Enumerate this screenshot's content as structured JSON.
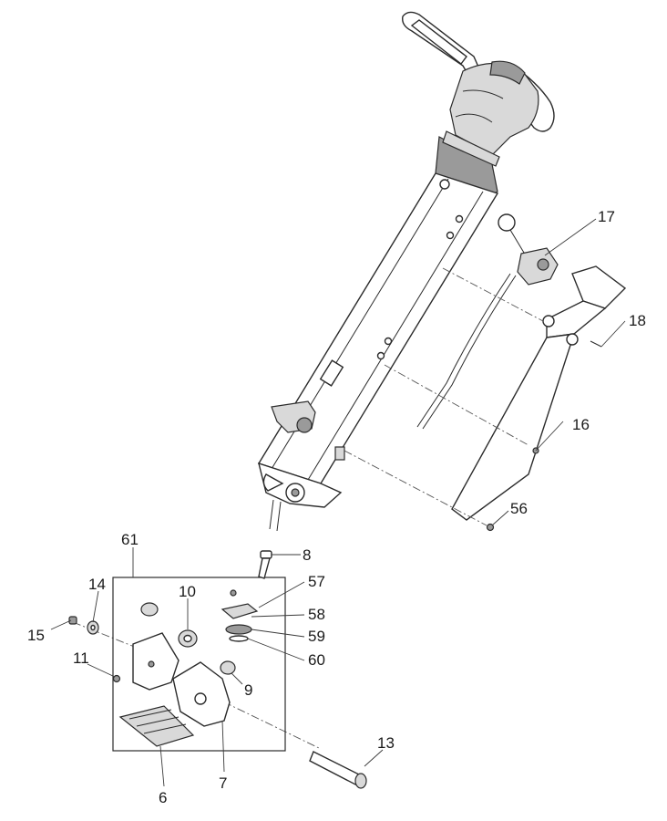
{
  "diagram": {
    "callouts": [
      {
        "id": "c17",
        "text": "17"
      },
      {
        "id": "c18",
        "text": "18"
      },
      {
        "id": "c16",
        "text": "16"
      },
      {
        "id": "c56",
        "text": "56"
      },
      {
        "id": "c61",
        "text": "61"
      },
      {
        "id": "c8",
        "text": "8"
      },
      {
        "id": "c14",
        "text": "14"
      },
      {
        "id": "c10",
        "text": "10"
      },
      {
        "id": "c57",
        "text": "57"
      },
      {
        "id": "c58",
        "text": "58"
      },
      {
        "id": "c15",
        "text": "15"
      },
      {
        "id": "c59",
        "text": "59"
      },
      {
        "id": "c60",
        "text": "60"
      },
      {
        "id": "c11",
        "text": "11"
      },
      {
        "id": "c9",
        "text": "9"
      },
      {
        "id": "c13",
        "text": "13"
      },
      {
        "id": "c7",
        "text": "7"
      },
      {
        "id": "c6",
        "text": "6"
      }
    ]
  }
}
